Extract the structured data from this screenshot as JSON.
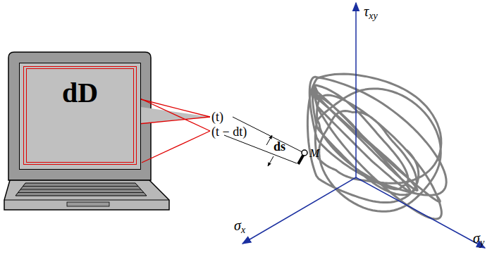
{
  "diagram": {
    "nodes": [
      {
        "text": [
          "dD"
        ]
      }
    ],
    "labels": [
      "(t)",
      "(t − dt)",
      "ds",
      "M",
      "τxy",
      "σx",
      "σy"
    ]
  }
}
